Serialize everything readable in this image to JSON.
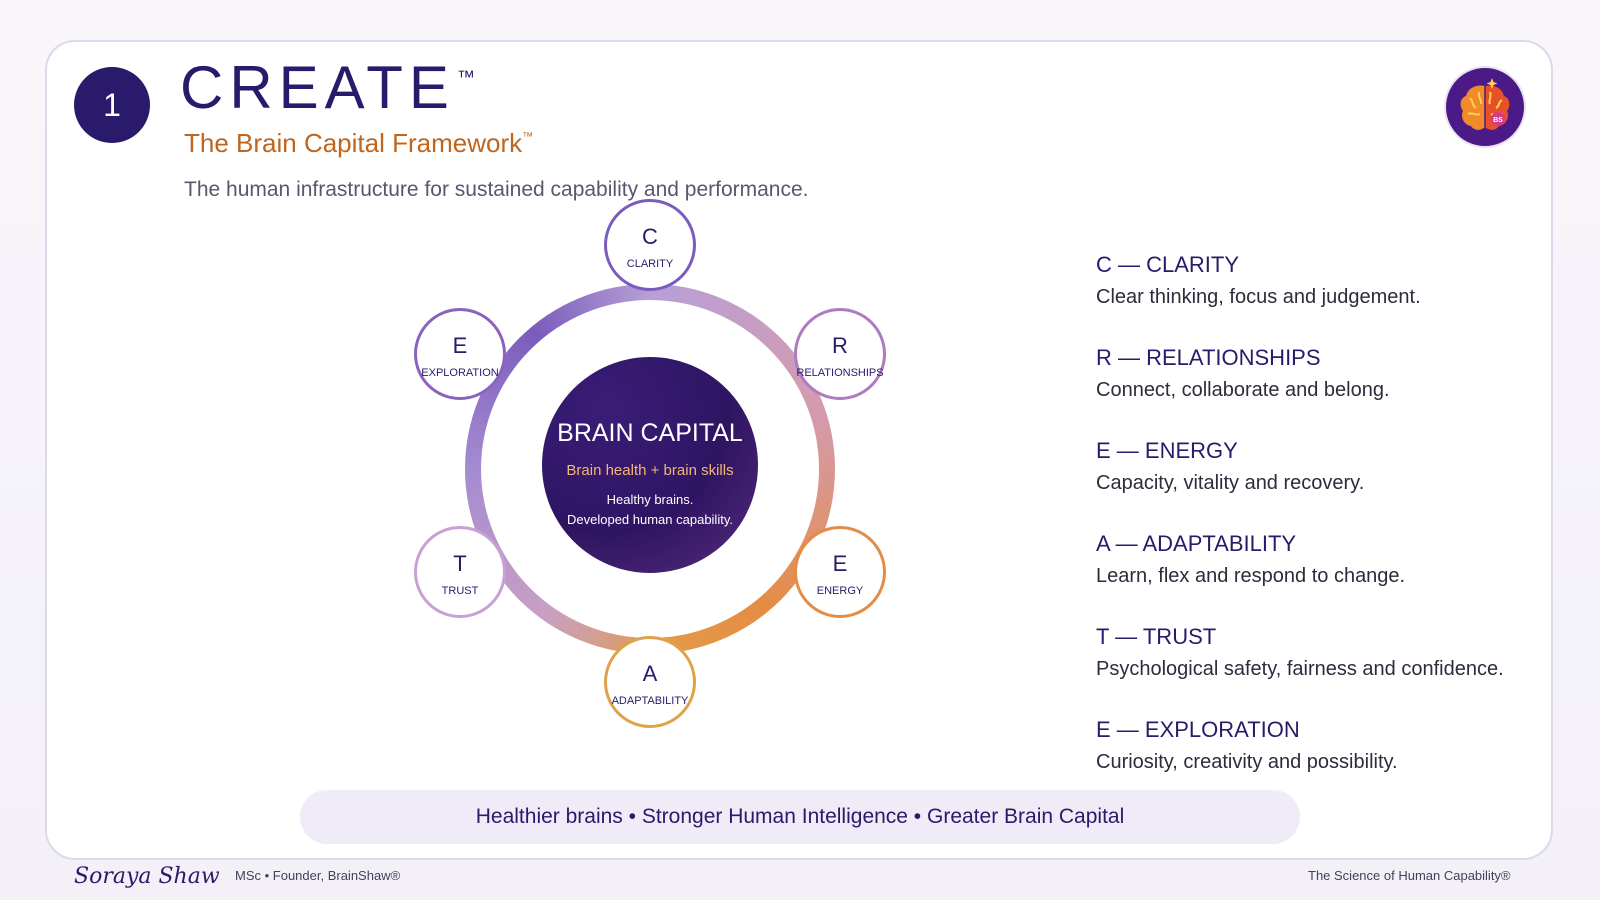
{
  "header": {
    "step_number": "1",
    "title": "CREATE",
    "title_mark": "™",
    "subtitle": "The Brain Capital Framework",
    "subtitle_mark": "™",
    "tagline": "The human infrastructure for sustained capability and performance."
  },
  "logo": {
    "text": "BS",
    "icon": "brain-icon"
  },
  "core": {
    "title": "BRAIN CAPITAL",
    "subtitle": "Brain health + brain skills",
    "line1": "Healthy brains.",
    "line2": "Developed human capability."
  },
  "nodes": [
    {
      "letter": "C",
      "name": "CLARITY"
    },
    {
      "letter": "R",
      "name": "RELATIONSHIPS"
    },
    {
      "letter": "E",
      "name": "ENERGY"
    },
    {
      "letter": "A",
      "name": "ADAPTABILITY"
    },
    {
      "letter": "T",
      "name": "TRUST"
    },
    {
      "letter": "E",
      "name": "EXPLORATION"
    }
  ],
  "definitions": [
    {
      "heading": "C — CLARITY",
      "text": "Clear thinking, focus and judgement."
    },
    {
      "heading": "R — RELATIONSHIPS",
      "text": "Connect, collaborate and belong."
    },
    {
      "heading": "E — ENERGY",
      "text": "Capacity, vitality and recovery."
    },
    {
      "heading": "A — ADAPTABILITY",
      "text": "Learn, flex and respond to change."
    },
    {
      "heading": "T — TRUST",
      "text": "Psychological safety, fairness and confidence."
    },
    {
      "heading": "E — EXPLORATION",
      "text": "Curiosity, creativity and possibility."
    }
  ],
  "banner": "Healthier brains • Stronger Human Intelligence • Greater Brain Capital",
  "footer": {
    "signature": "Soraya Shaw",
    "role": "MSc • Founder, BrainShaw®",
    "right": "The Science of Human Capability®"
  },
  "colors": {
    "primary": "#2a1a6b",
    "accent": "#c0651e",
    "clarity": "#7a5cbd",
    "relationships": "#b07ac0",
    "energy": "#e58c44",
    "adaptability": "#dfa24a",
    "trust": "#c9a0d4",
    "exploration": "#8a62bf"
  }
}
